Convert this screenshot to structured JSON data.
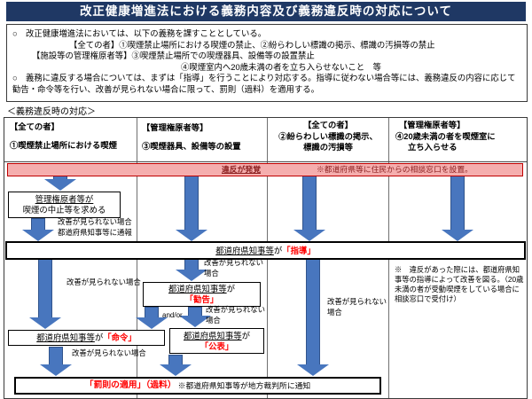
{
  "title": "改正健康増進法における義務内容及び義務違反時の対応について",
  "intro": {
    "line1": "○　改正健康増進法においては、以下の義務を課すこととしている。",
    "line2": "【全ての者】①喫煙禁止場所における喫煙の禁止、②紛らわしい標識の掲示、標識の汚損等の禁止",
    "line3": "【施設等の管理権原者等】③喫煙禁止場所での喫煙器具、設備等の設置禁止",
    "line4": "④喫煙室内へ20歳未満の者を立ち入らせないこと　等",
    "line5": "○　義務に違反する場合については、まずは「指導」を行うことにより対応する。指導に従わない場合等には、義務違反の内容に応じて勧告・命令等を行い、改善が見られない場合に限って、罰則（過料）を適用する。"
  },
  "section_label": "＜義務違反時の対応＞",
  "columns": [
    {
      "group": "【全ての者】",
      "line1": "①喫煙禁止場所における喫煙",
      "line2": ""
    },
    {
      "group": "【管理権原者等】",
      "line1": "③喫煙器具、設備等の設置",
      "line2": ""
    },
    {
      "group": "【全ての者】",
      "line1": "②紛らわしい標識の掲示、",
      "line2": "標識の汚損等"
    },
    {
      "group": "【管理権原者等】",
      "line1": "④20歳未満の者を喫煙室に",
      "line2": "立ち入らせる"
    }
  ],
  "violation_bar": {
    "label": "違反が発覚",
    "note": "※都道府県等に住民からの相談窓口を設置。"
  },
  "flow": {
    "stop_box": {
      "line1": "管理権原者等が",
      "line2": "喫煙の中止等を求める"
    },
    "report_label": {
      "line1": "改善が見られない場合",
      "line2": "都道府県知事等に通報"
    },
    "guidance_box": {
      "subject": "都道府県知事等",
      "particle": "が",
      "action": "「指導」"
    },
    "kankoku_box": {
      "subject": "都道府県知事等",
      "particle": "が",
      "action": "「勧告」"
    },
    "meirei_box": {
      "subject": "都道府県知事等",
      "particle": "が",
      "action": "「命令」"
    },
    "kouhyou_box": {
      "subject": "都道府県知事等",
      "particle": "が",
      "action": "「公表」"
    },
    "labels": {
      "no_improvement": "改善が見られない場合",
      "no_improvement_l1": "改善が見られない",
      "no_improvement_l2": "場合",
      "and_or": "and/or"
    },
    "penalty_bar": {
      "highlight": "「罰則の適用」（過料）",
      "note": "※都道府県知事等が地方裁判所に通知"
    }
  },
  "side_note": "※　違反があった際には、都道府県知事等の指導によって改善を図る。（20歳未満の者が受動喫煙をしている場合に相談窓口で受付け）",
  "colors": {
    "title_bg": "#1F3864",
    "arrow_blue": "#4876BE",
    "pink_bg": "#F5AEAE",
    "pink_border": "#C00000",
    "emphasis_red": "#FF0000",
    "violation_text": "#8B1F1F"
  }
}
